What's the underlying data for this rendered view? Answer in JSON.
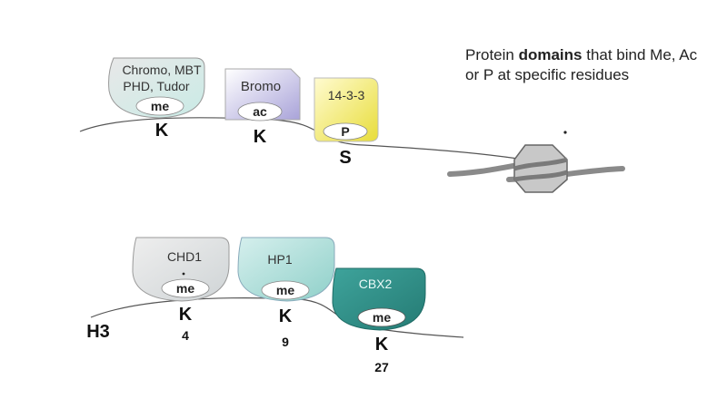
{
  "top": {
    "readers": [
      {
        "line1": "Chromo, MBT",
        "line2": "PHD, Tudor",
        "pocket": "me",
        "residue": "K"
      },
      {
        "line1": "Bromo",
        "pocket": "ac",
        "residue": "K"
      },
      {
        "line1": "14-3-3",
        "pocket": "P",
        "residue": "S"
      }
    ],
    "note": {
      "prefix": "Protein ",
      "bold": "domains",
      "suffix": " that bind Me, Ac or P at specific residues"
    }
  },
  "bottom": {
    "histone": "H3",
    "readers": [
      {
        "name": "CHD1",
        "pocket": "me",
        "residue": "K",
        "position": "4"
      },
      {
        "name": "HP1",
        "pocket": "me",
        "residue": "K",
        "position": "9"
      },
      {
        "name": "CBX2",
        "pocket": "me",
        "residue": "K",
        "position": "27"
      }
    ]
  },
  "colors": {
    "chromo": "#dbe6e6",
    "bromo": "#c4c0e0",
    "p1433": "#f5ee8a",
    "chd1": "#e0e3e5",
    "hp1": "#bfe3e0",
    "cbx2": "#2f8f88",
    "line": "#555555",
    "nucleosome": "#a0a0a0"
  }
}
